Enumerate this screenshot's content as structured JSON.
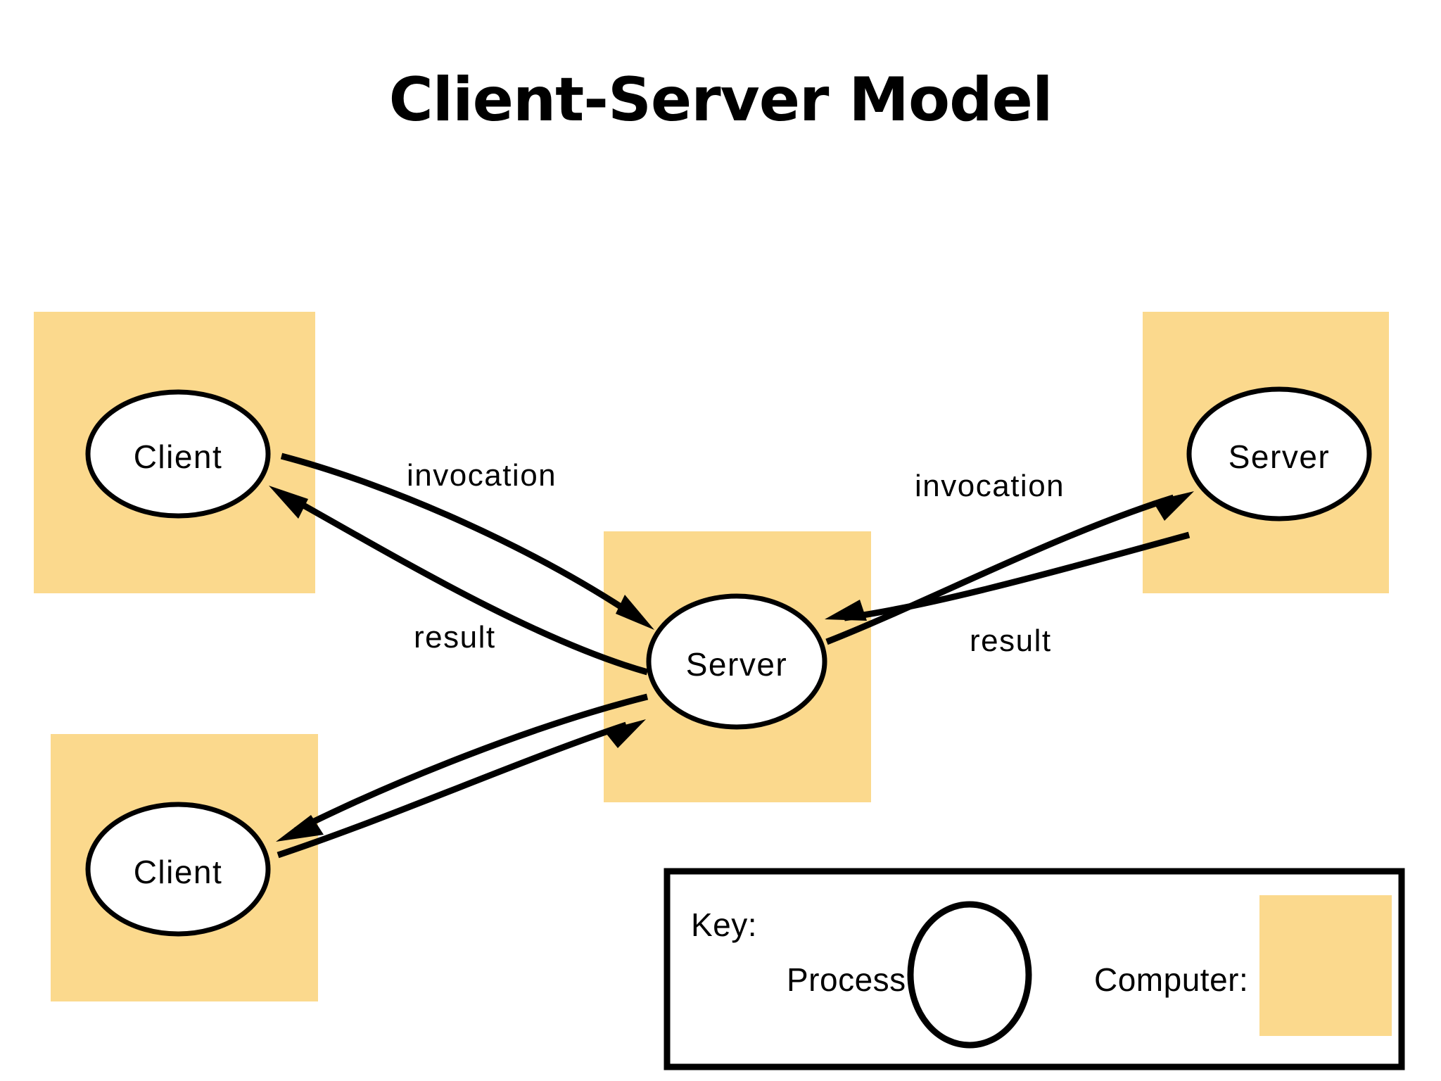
{
  "title": "Client-Server Model",
  "nodes": [
    {
      "id": "client-top",
      "label": "Client",
      "kind": "process"
    },
    {
      "id": "client-bottom",
      "label": "Client",
      "kind": "process"
    },
    {
      "id": "server-center",
      "label": "Server",
      "kind": "process"
    },
    {
      "id": "server-right",
      "label": "Server",
      "kind": "process"
    }
  ],
  "edges": [
    {
      "id": "edge-client-top-invocation",
      "label": "invocation",
      "from": "client-top",
      "to": "server-center"
    },
    {
      "id": "edge-client-top-result",
      "label": "result",
      "from": "server-center",
      "to": "client-top"
    },
    {
      "id": "edge-server-right-invocation",
      "label": "invocation",
      "from": "server-center",
      "to": "server-right"
    },
    {
      "id": "edge-server-right-result",
      "label": "result",
      "from": "server-right",
      "to": "server-center"
    }
  ],
  "key": {
    "title": "Key:",
    "process_label": "Process:",
    "computer_label": "Computer:"
  },
  "colors": {
    "computer_fill": "#fbd98d",
    "stroke": "#000000",
    "background": "#ffffff",
    "process_fill": "#ffffff"
  }
}
